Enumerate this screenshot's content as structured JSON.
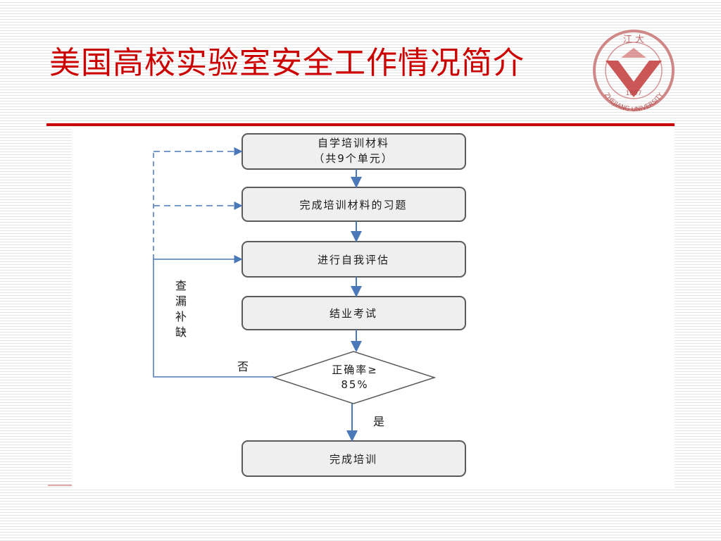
{
  "slide": {
    "title": "美国高校实验室安全工作情况简介"
  },
  "emblem": {
    "top_text": "江 大",
    "year": "1897",
    "ring_text": "ZHEJIANG UNIVERSITY",
    "colors": {
      "ring": "#c46a6a",
      "mark": "#c23a3a"
    }
  },
  "flowchart": {
    "steps": {
      "self_study_line1": "自学培训材料",
      "self_study_line2": "（共9个单元）",
      "exercises": "完成培训材料的习题",
      "self_eval": "进行自我评估",
      "exam": "结业考试",
      "decision_line1": "正确率≥",
      "decision_line2": "85%",
      "done": "完成培训"
    },
    "labels": {
      "no": "否",
      "yes": "是",
      "review": [
        "查",
        "漏",
        "补",
        "缺"
      ]
    },
    "colors": {
      "arrow": "#4a78b8",
      "box_fill": "#efefef",
      "box_border": "#5a5a5a"
    }
  }
}
